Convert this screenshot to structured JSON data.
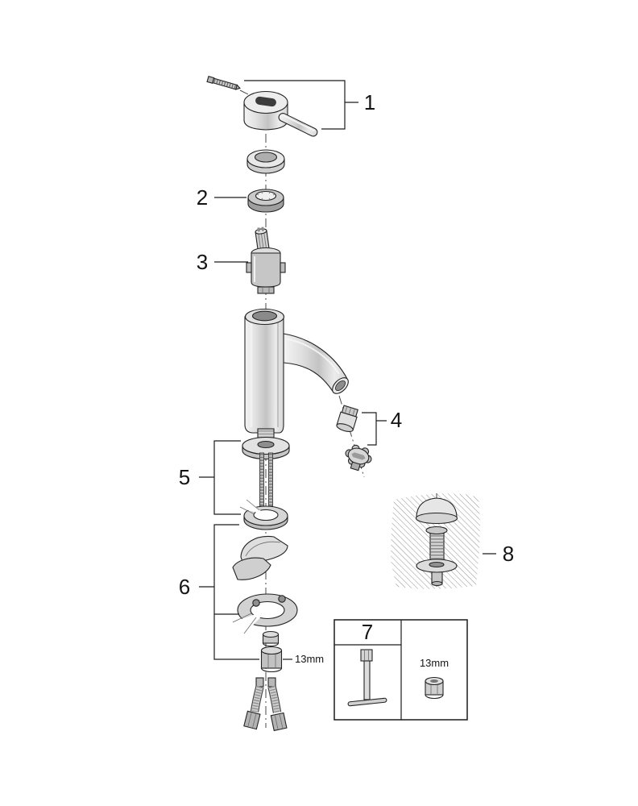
{
  "diagram": {
    "kind": "exploded-parts-diagram",
    "subject": "single-lever basin mixer with pop-up waste",
    "background": "#ffffff",
    "accent_line": "#1c1c1c",
    "callouts": [
      {
        "label": "1",
        "part": "handle-with-fixing-screw"
      },
      {
        "label": "2",
        "part": "cartridge-cover-ring"
      },
      {
        "label": "3",
        "part": "cartridge"
      },
      {
        "label": "4",
        "part": "aerator-set"
      },
      {
        "label": "5",
        "part": "fixing-set-seal-and-studs"
      },
      {
        "label": "6",
        "part": "mounting-set-with-nuts"
      },
      {
        "label": "7",
        "part": "tool-set"
      },
      {
        "label": "8",
        "part": "pop-up-waste-set"
      }
    ],
    "annotations": {
      "nut_size_inline": "13mm",
      "tool_nut_size": "13mm"
    }
  }
}
